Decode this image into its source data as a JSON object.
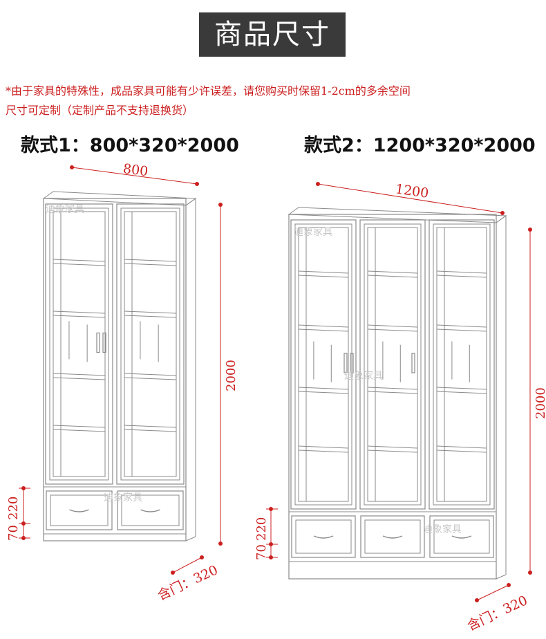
{
  "header": {
    "title": "商品尺寸"
  },
  "notice": {
    "line1": "*由于家具的特殊性，成品家具可能有少许误差，请您购买时保留1-2cm的多余空间",
    "line2": "尺寸可定制（定制产品不支持退换货）"
  },
  "styles": [
    {
      "label": "款式1：800*320*2000",
      "width": "800",
      "height": "2000",
      "drawer_top": "220",
      "drawer_base": "70",
      "depth": "含门：320"
    },
    {
      "label": "款式2：1200*320*2000",
      "width": "1200",
      "height": "2000",
      "drawer_top": "220",
      "drawer_base": "70",
      "depth": "含门：320"
    }
  ],
  "watermark": "迪象家具",
  "colors": {
    "accent": "#cc1f1f",
    "title_bg": "#3a3a3a",
    "outline": "#8a8a8a"
  }
}
